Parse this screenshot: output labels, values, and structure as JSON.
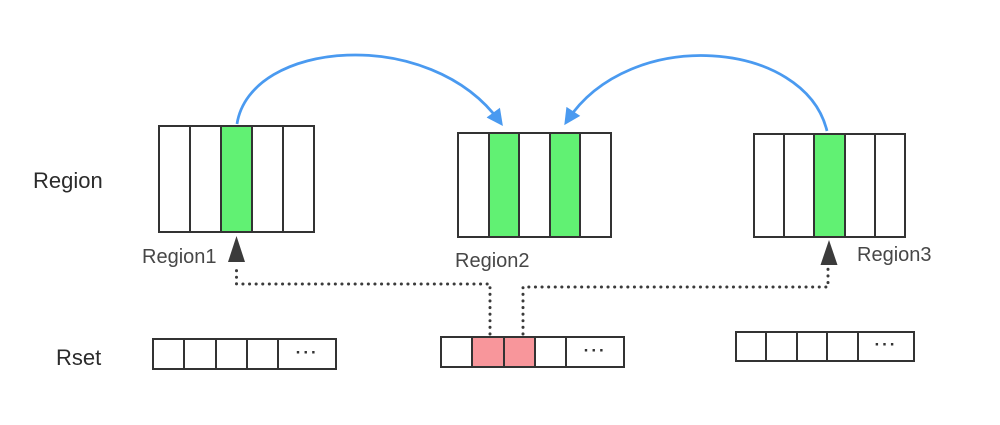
{
  "labels": {
    "region_axis": "Region",
    "rset_axis": "Rset"
  },
  "ellipsis": "···",
  "regions": [
    {
      "name": "Region1",
      "cells": [
        "white",
        "white",
        "green",
        "white",
        "white"
      ]
    },
    {
      "name": "Region2",
      "cells": [
        "white",
        "green",
        "white",
        "green",
        "white"
      ]
    },
    {
      "name": "Region3",
      "cells": [
        "white",
        "white",
        "green",
        "white",
        "white"
      ]
    }
  ],
  "rsets": [
    {
      "cells": [
        "white",
        "white",
        "white",
        "white",
        "dots"
      ]
    },
    {
      "cells": [
        "white",
        "red",
        "red",
        "white",
        "dots"
      ]
    },
    {
      "cells": [
        "white",
        "white",
        "white",
        "white",
        "dots"
      ]
    }
  ],
  "colors": {
    "green": "#61f173",
    "red": "#f8969b",
    "blue": "#4a9af0",
    "line": "#3b3b3b",
    "border": "#333333"
  }
}
